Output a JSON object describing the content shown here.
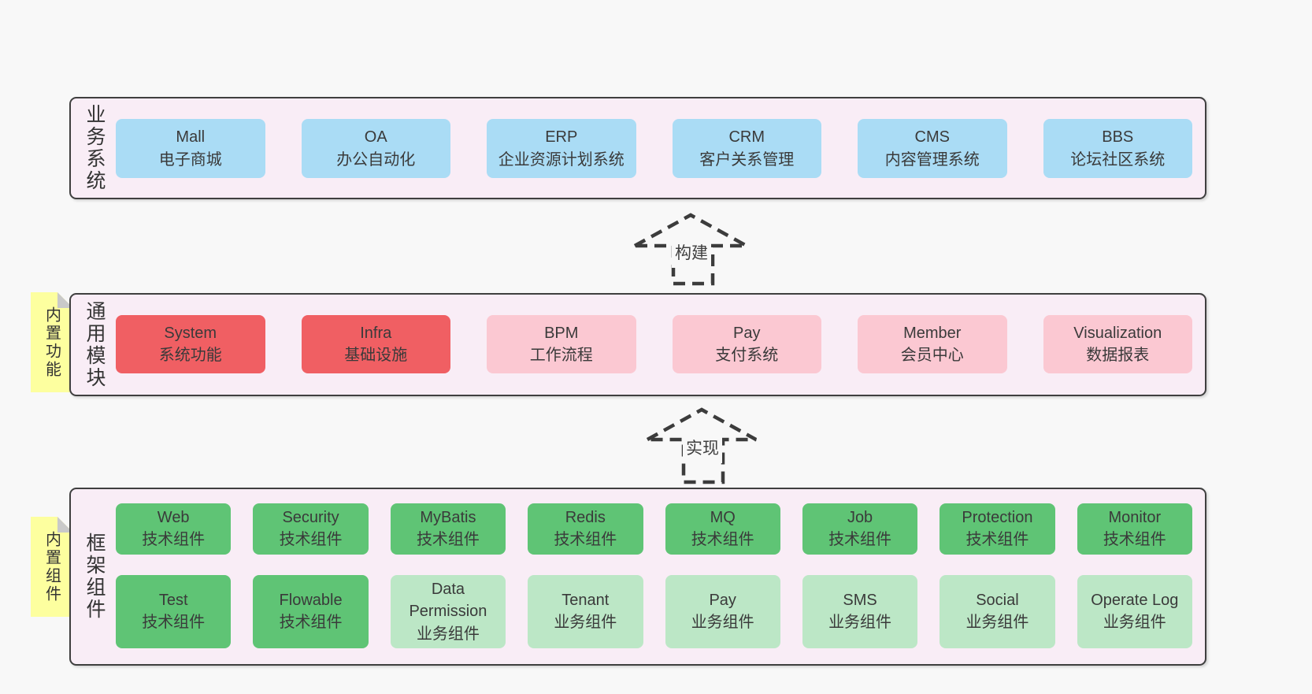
{
  "colors": {
    "page_bg": "#f8f8f8",
    "layer_bg": "#f9edf6",
    "layer_border": "#3f3f3f",
    "blue_box": "#aadcf5",
    "red_box": "#f05f63",
    "pink_box": "#fbc8d2",
    "green_box": "#5fc475",
    "light_green_box": "#bce7c6",
    "tab_bg": "#fdff9f",
    "tab_fold": "#c9c9c9",
    "text": "#3a3a3a",
    "arrow_dash": "#3c3c3c"
  },
  "arrows": [
    {
      "label": "构建"
    },
    {
      "label": "实现"
    }
  ],
  "layers": [
    {
      "label": "业务系统",
      "items": [
        {
          "name": "Mall",
          "desc": "电子商城"
        },
        {
          "name": "OA",
          "desc": "办公自动化"
        },
        {
          "name": "ERP",
          "desc": "企业资源计划系统"
        },
        {
          "name": "CRM",
          "desc": "客户关系管理"
        },
        {
          "name": "CMS",
          "desc": "内容管理系统"
        },
        {
          "name": "BBS",
          "desc": "论坛社区系统"
        }
      ]
    },
    {
      "label": "通用模块",
      "tab": "内置功能",
      "items": [
        {
          "name": "System",
          "desc": "系统功能"
        },
        {
          "name": "Infra",
          "desc": "基础设施"
        },
        {
          "name": "BPM",
          "desc": "工作流程"
        },
        {
          "name": "Pay",
          "desc": "支付系统"
        },
        {
          "name": "Member",
          "desc": "会员中心"
        },
        {
          "name": "Visualization",
          "desc": "数据报表"
        }
      ]
    },
    {
      "label": "框架组件",
      "tab": "内置组件",
      "rows": [
        [
          {
            "name": "Web",
            "desc": "技术组件"
          },
          {
            "name": "Security",
            "desc": "技术组件"
          },
          {
            "name": "MyBatis",
            "desc": "技术组件"
          },
          {
            "name": "Redis",
            "desc": "技术组件"
          },
          {
            "name": "MQ",
            "desc": "技术组件"
          },
          {
            "name": "Job",
            "desc": "技术组件"
          },
          {
            "name": "Protection",
            "desc": "技术组件"
          },
          {
            "name": "Monitor",
            "desc": "技术组件"
          }
        ],
        [
          {
            "name": "Test",
            "desc": "技术组件"
          },
          {
            "name": "Flowable",
            "desc": "技术组件"
          },
          {
            "name": "Data Permission",
            "desc": "业务组件"
          },
          {
            "name": "Tenant",
            "desc": "业务组件"
          },
          {
            "name": "Pay",
            "desc": "业务组件"
          },
          {
            "name": "SMS",
            "desc": "业务组件"
          },
          {
            "name": "Social",
            "desc": "业务组件"
          },
          {
            "name": "Operate Log",
            "desc": "业务组件"
          }
        ]
      ]
    }
  ]
}
